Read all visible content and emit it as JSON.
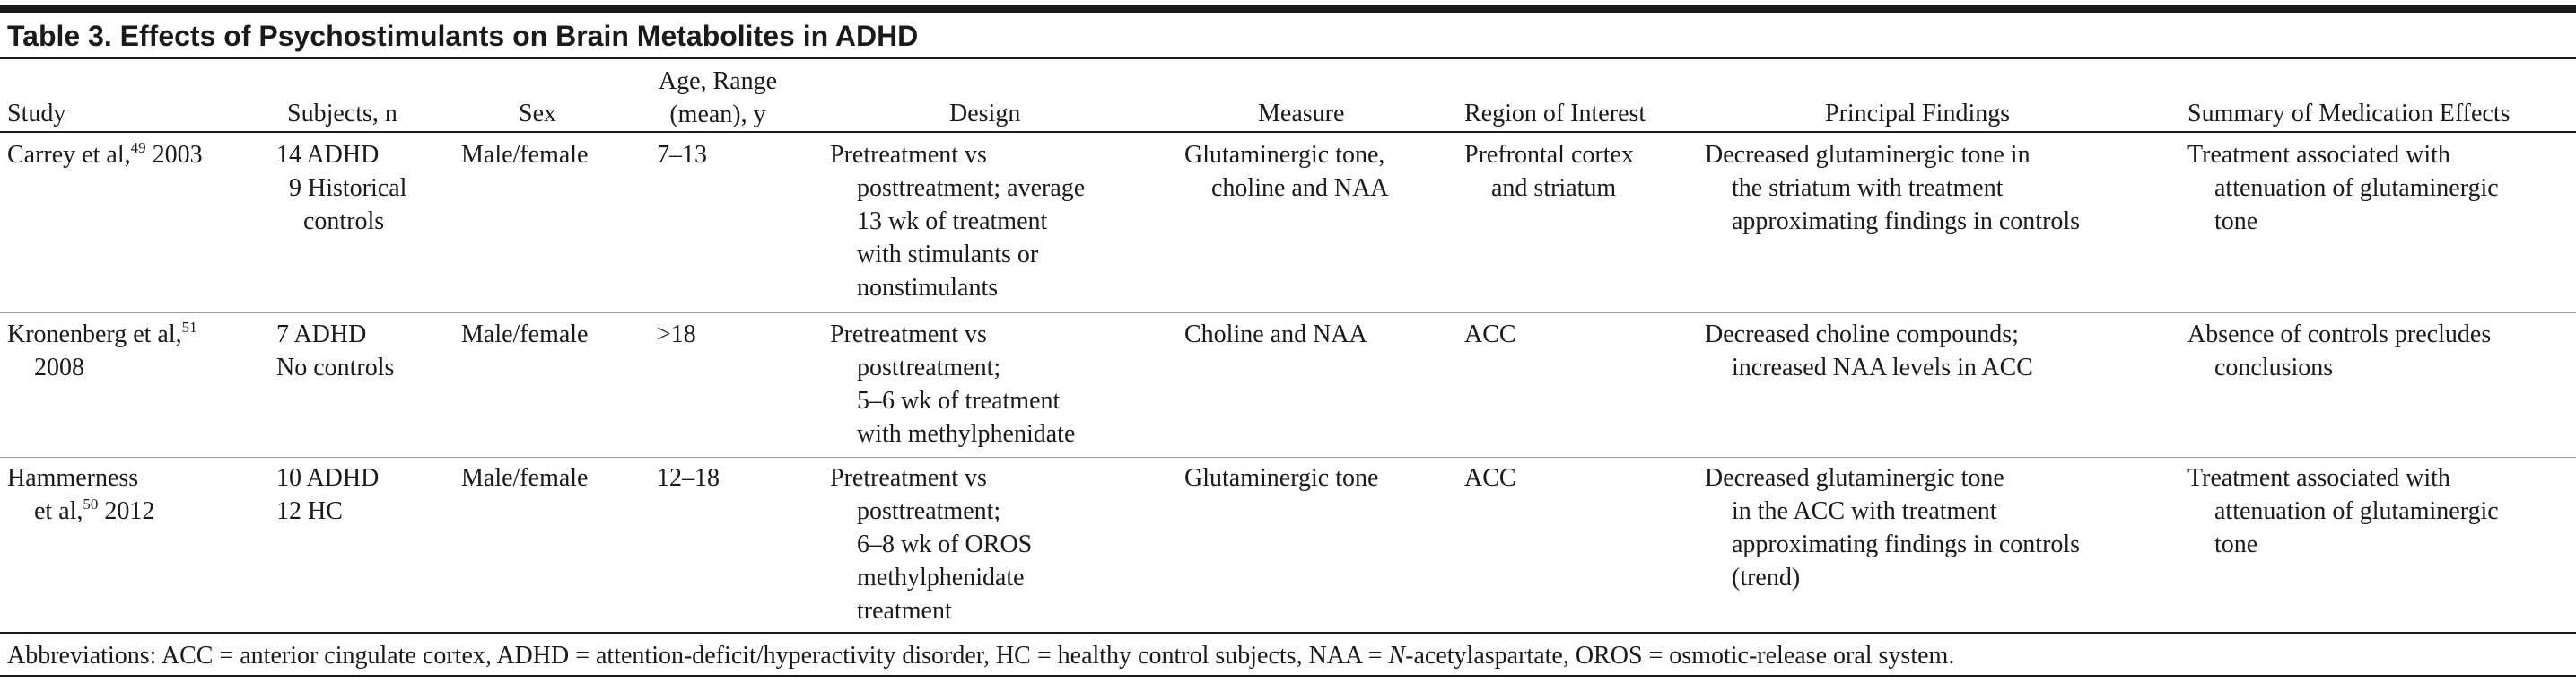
{
  "table": {
    "caption": "Table 3. Effects of Psychostimulants on Brain Metabolites in ADHD",
    "headers": {
      "study": "Study",
      "subjects": "Subjects, n",
      "sex": "Sex",
      "age_line1": "Age, Range",
      "age_line2": "(mean), y",
      "design": "Design",
      "measure": "Measure",
      "region": "Region of Interest",
      "findings": "Principal Findings",
      "summary": "Summary of Medication Effects"
    },
    "rows": [
      {
        "study_a": "Carrey et al,",
        "study_ref": "49",
        "study_b": " 2003",
        "subjects": [
          "14 ADHD",
          "9 Historical",
          "controls"
        ],
        "sex": "Male/female",
        "age": "7–13",
        "design": [
          "Pretreatment vs",
          "posttreatment; average",
          "13 wk of treatment",
          "with stimulants or",
          "nonstimulants"
        ],
        "measure": [
          "Glutaminergic tone,",
          "choline and NAA"
        ],
        "region": [
          "Prefrontal cortex",
          "and striatum"
        ],
        "findings": [
          "Decreased glutaminergic tone in",
          "the striatum with treatment",
          "approximating findings in controls"
        ],
        "summary": [
          "Treatment associated with",
          "attenuation of glutaminergic",
          "tone"
        ]
      },
      {
        "study_a": "Kronenberg et al,",
        "study_ref": "51",
        "study_b": "2008",
        "subjects": [
          "7 ADHD",
          "No controls"
        ],
        "sex": "Male/female",
        "age": ">18",
        "design": [
          "Pretreatment vs",
          "posttreatment;",
          "5–6 wk of treatment",
          "with methylphenidate"
        ],
        "measure": [
          "Choline and NAA"
        ],
        "region": [
          "ACC"
        ],
        "findings": [
          "Decreased choline compounds;",
          "increased NAA levels in ACC"
        ],
        "summary": [
          "Absence of controls precludes",
          "conclusions"
        ]
      },
      {
        "study_a": "Hammerness",
        "study_pre": "et al,",
        "study_ref": "50",
        "study_b": " 2012",
        "subjects": [
          "10 ADHD",
          "12 HC"
        ],
        "sex": "Male/female",
        "age": "12–18",
        "design": [
          "Pretreatment vs",
          "posttreatment;",
          "6–8 wk of OROS",
          "methylphenidate",
          "treatment"
        ],
        "measure": [
          "Glutaminergic tone"
        ],
        "region": [
          "ACC"
        ],
        "findings": [
          "Decreased glutaminergic tone",
          "in the ACC with treatment",
          "approximating findings in controls",
          "(trend)"
        ],
        "summary": [
          "Treatment associated with",
          "attenuation of glutaminergic",
          "tone"
        ]
      }
    ],
    "footnote": {
      "before": "Abbreviations: ACC = anterior cingulate cortex, ADHD = attention-deficit/hyperactivity disorder, HC = healthy control subjects, NAA = ",
      "italic": "N",
      "after": "-acetylaspartate, OROS = osmotic-release oral system."
    }
  }
}
